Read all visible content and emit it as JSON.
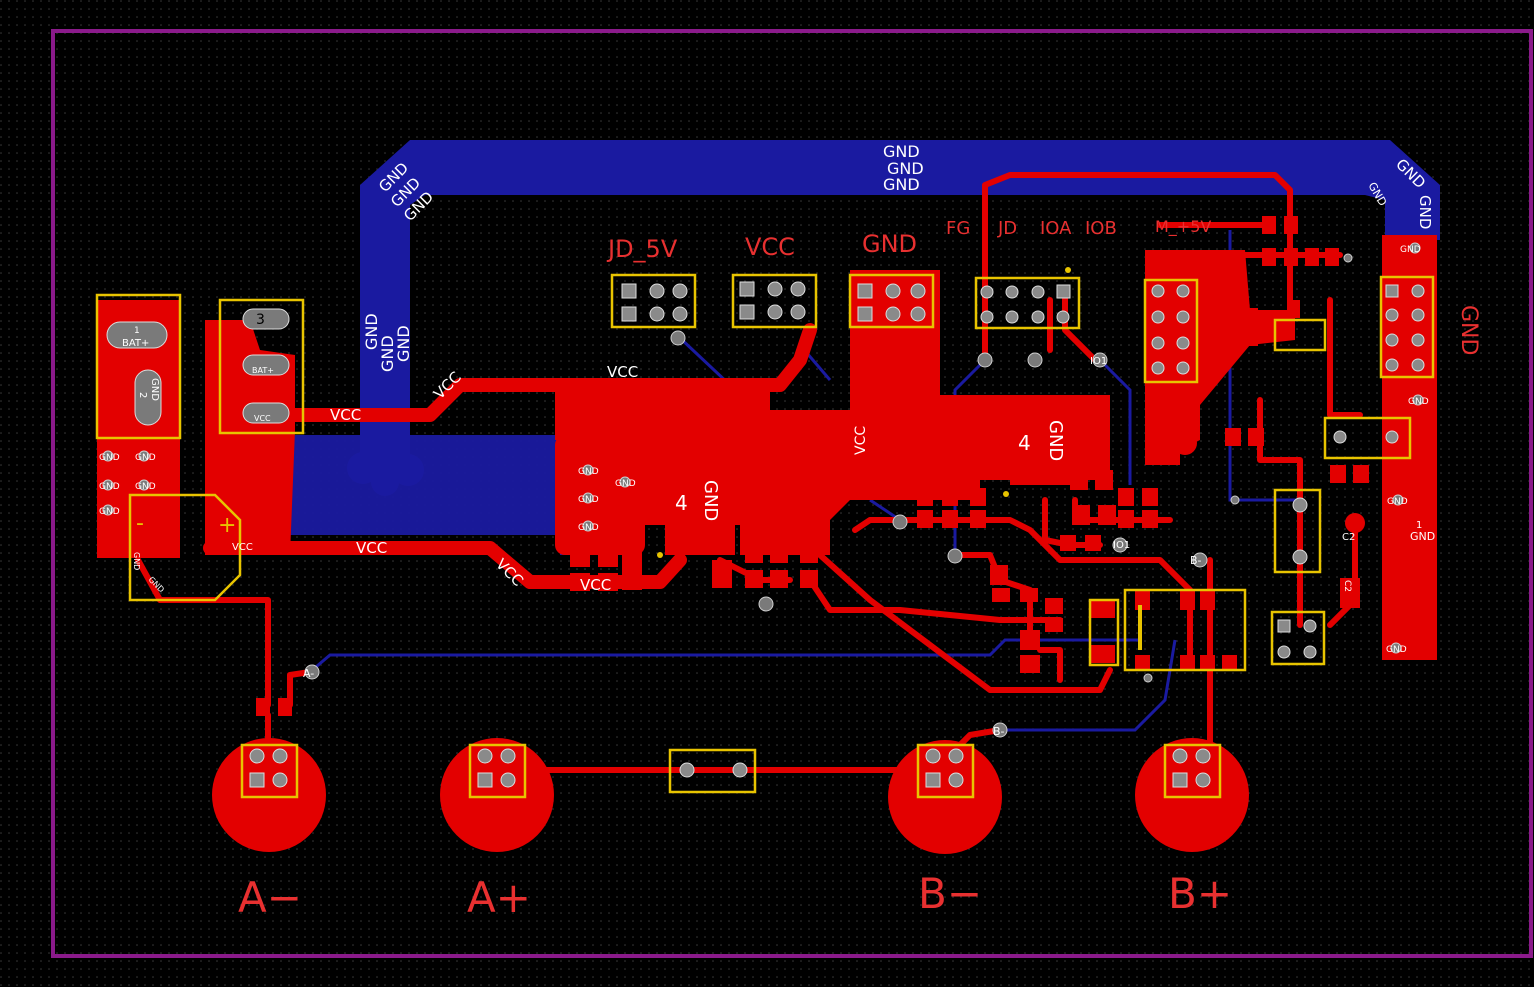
{
  "colors": {
    "background": "#000000",
    "grid_dot": "#3a3a3a",
    "board_outline": "#8a1a8a",
    "top_copper": "#e30000",
    "bottom_copper": "#1a1aa0",
    "silkscreen": "#e8c400",
    "top_silk_text": "#e83030",
    "net_text": "#ffffff"
  },
  "header_labels": {
    "jd_5v": "JD_5V",
    "vcc": "VCC",
    "gnd": "GND",
    "fg": "FG",
    "jd": "JD",
    "ioa": "IOA",
    "iob": "IOB",
    "m_5v": "M_+5V",
    "gnd_right": "GND"
  },
  "terminals": {
    "a_minus": "A−",
    "a_plus": "A+",
    "b_minus": "B−",
    "b_plus": "B+"
  },
  "net_labels": {
    "gnd_top_1": "GND",
    "gnd_top_2": "GND",
    "gnd_top_3": "GND",
    "gnd_left_1": "GND",
    "gnd_left_2": "GND",
    "gnd_left_3": "GND",
    "gnd_vert_1": "GND",
    "gnd_vert_2": "GND",
    "gnd_vert_3": "GND",
    "gnd_corner_1": "GND",
    "gnd_corner_2": "GND",
    "gnd_corner_3": "GND",
    "vcc_trace_1": "VCC",
    "vcc_trace_2": "VCC",
    "vcc_trace_3": "VCC",
    "vcc_trace_4": "VCC",
    "vcc_trace_5": "VCC",
    "vcc_trace_6": "VCC",
    "vcc_trace_7": "VCC",
    "a_minus_net": "A-",
    "b_minus_net_1": "B-",
    "b_minus_net_2": "B-",
    "io1": "IO1",
    "io1_b": "IO1",
    "gnd_ic1": "GND",
    "gnd_ic2": "GND",
    "four_1": "4",
    "four_2": "4"
  },
  "pad_labels": {
    "bat_plus": "BAT+",
    "bat_1": "1",
    "gnd_2": "GND",
    "two": "2",
    "three": "3",
    "bat_small": "BAT+",
    "vcc_small": "VCC",
    "cap_vcc": "VCC",
    "cap_gnd": "GND",
    "cap_gnd2": "GND",
    "minus": "-",
    "plus": "+",
    "c2": "C2",
    "c2_b": "C2",
    "one": "1",
    "gnd_pad": "GND",
    "gnd_r1": "GND",
    "gnd_r2": "GND",
    "gnd_r3": "GND",
    "gnd_r4": "GND",
    "gnd_l1": "GND",
    "gnd_l2": "GND",
    "gnd_l3": "GND",
    "gnd_l4": "GND",
    "gnd_l5": "GND",
    "gnd_m1": "GND",
    "gnd_m2": "GND",
    "gnd_m3": "GND",
    "gnd_m4": "GND"
  }
}
